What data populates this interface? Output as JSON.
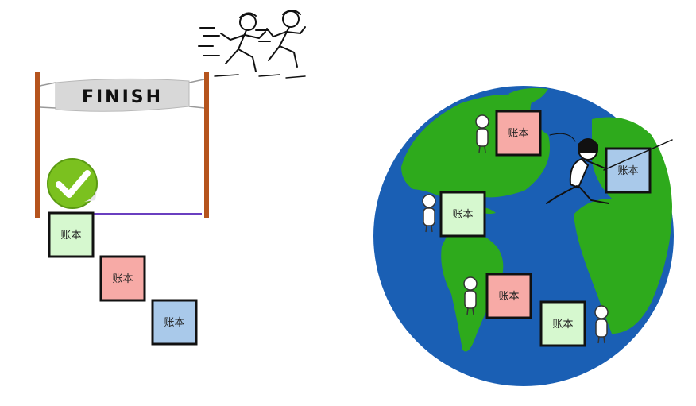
{
  "banner": {
    "text": "FINISH"
  },
  "ledger_label": "账本",
  "colors": {
    "green_ledger": "#d6f8cf",
    "red_ledger": "#f7aaa6",
    "blue_ledger": "#a9c9ea",
    "ocean": "#1a5fb4",
    "land": "#2eaa1c",
    "post": "#b5541d",
    "finish_line": "#6a3fc0",
    "check": "#7bc11f"
  },
  "icons": [
    "runner-icon",
    "checkmark-icon",
    "globe-icon",
    "person-icon",
    "thief-icon"
  ],
  "left_panel": {
    "ledgers": [
      {
        "label": "账本",
        "color": "green"
      },
      {
        "label": "账本",
        "color": "red"
      },
      {
        "label": "账本",
        "color": "blue"
      }
    ]
  },
  "right_panel": {
    "ledgers": [
      {
        "label": "账本",
        "color": "red"
      },
      {
        "label": "账本",
        "color": "green"
      },
      {
        "label": "账本",
        "color": "red"
      },
      {
        "label": "账本",
        "color": "green"
      },
      {
        "label": "账本",
        "color": "blue"
      }
    ]
  }
}
